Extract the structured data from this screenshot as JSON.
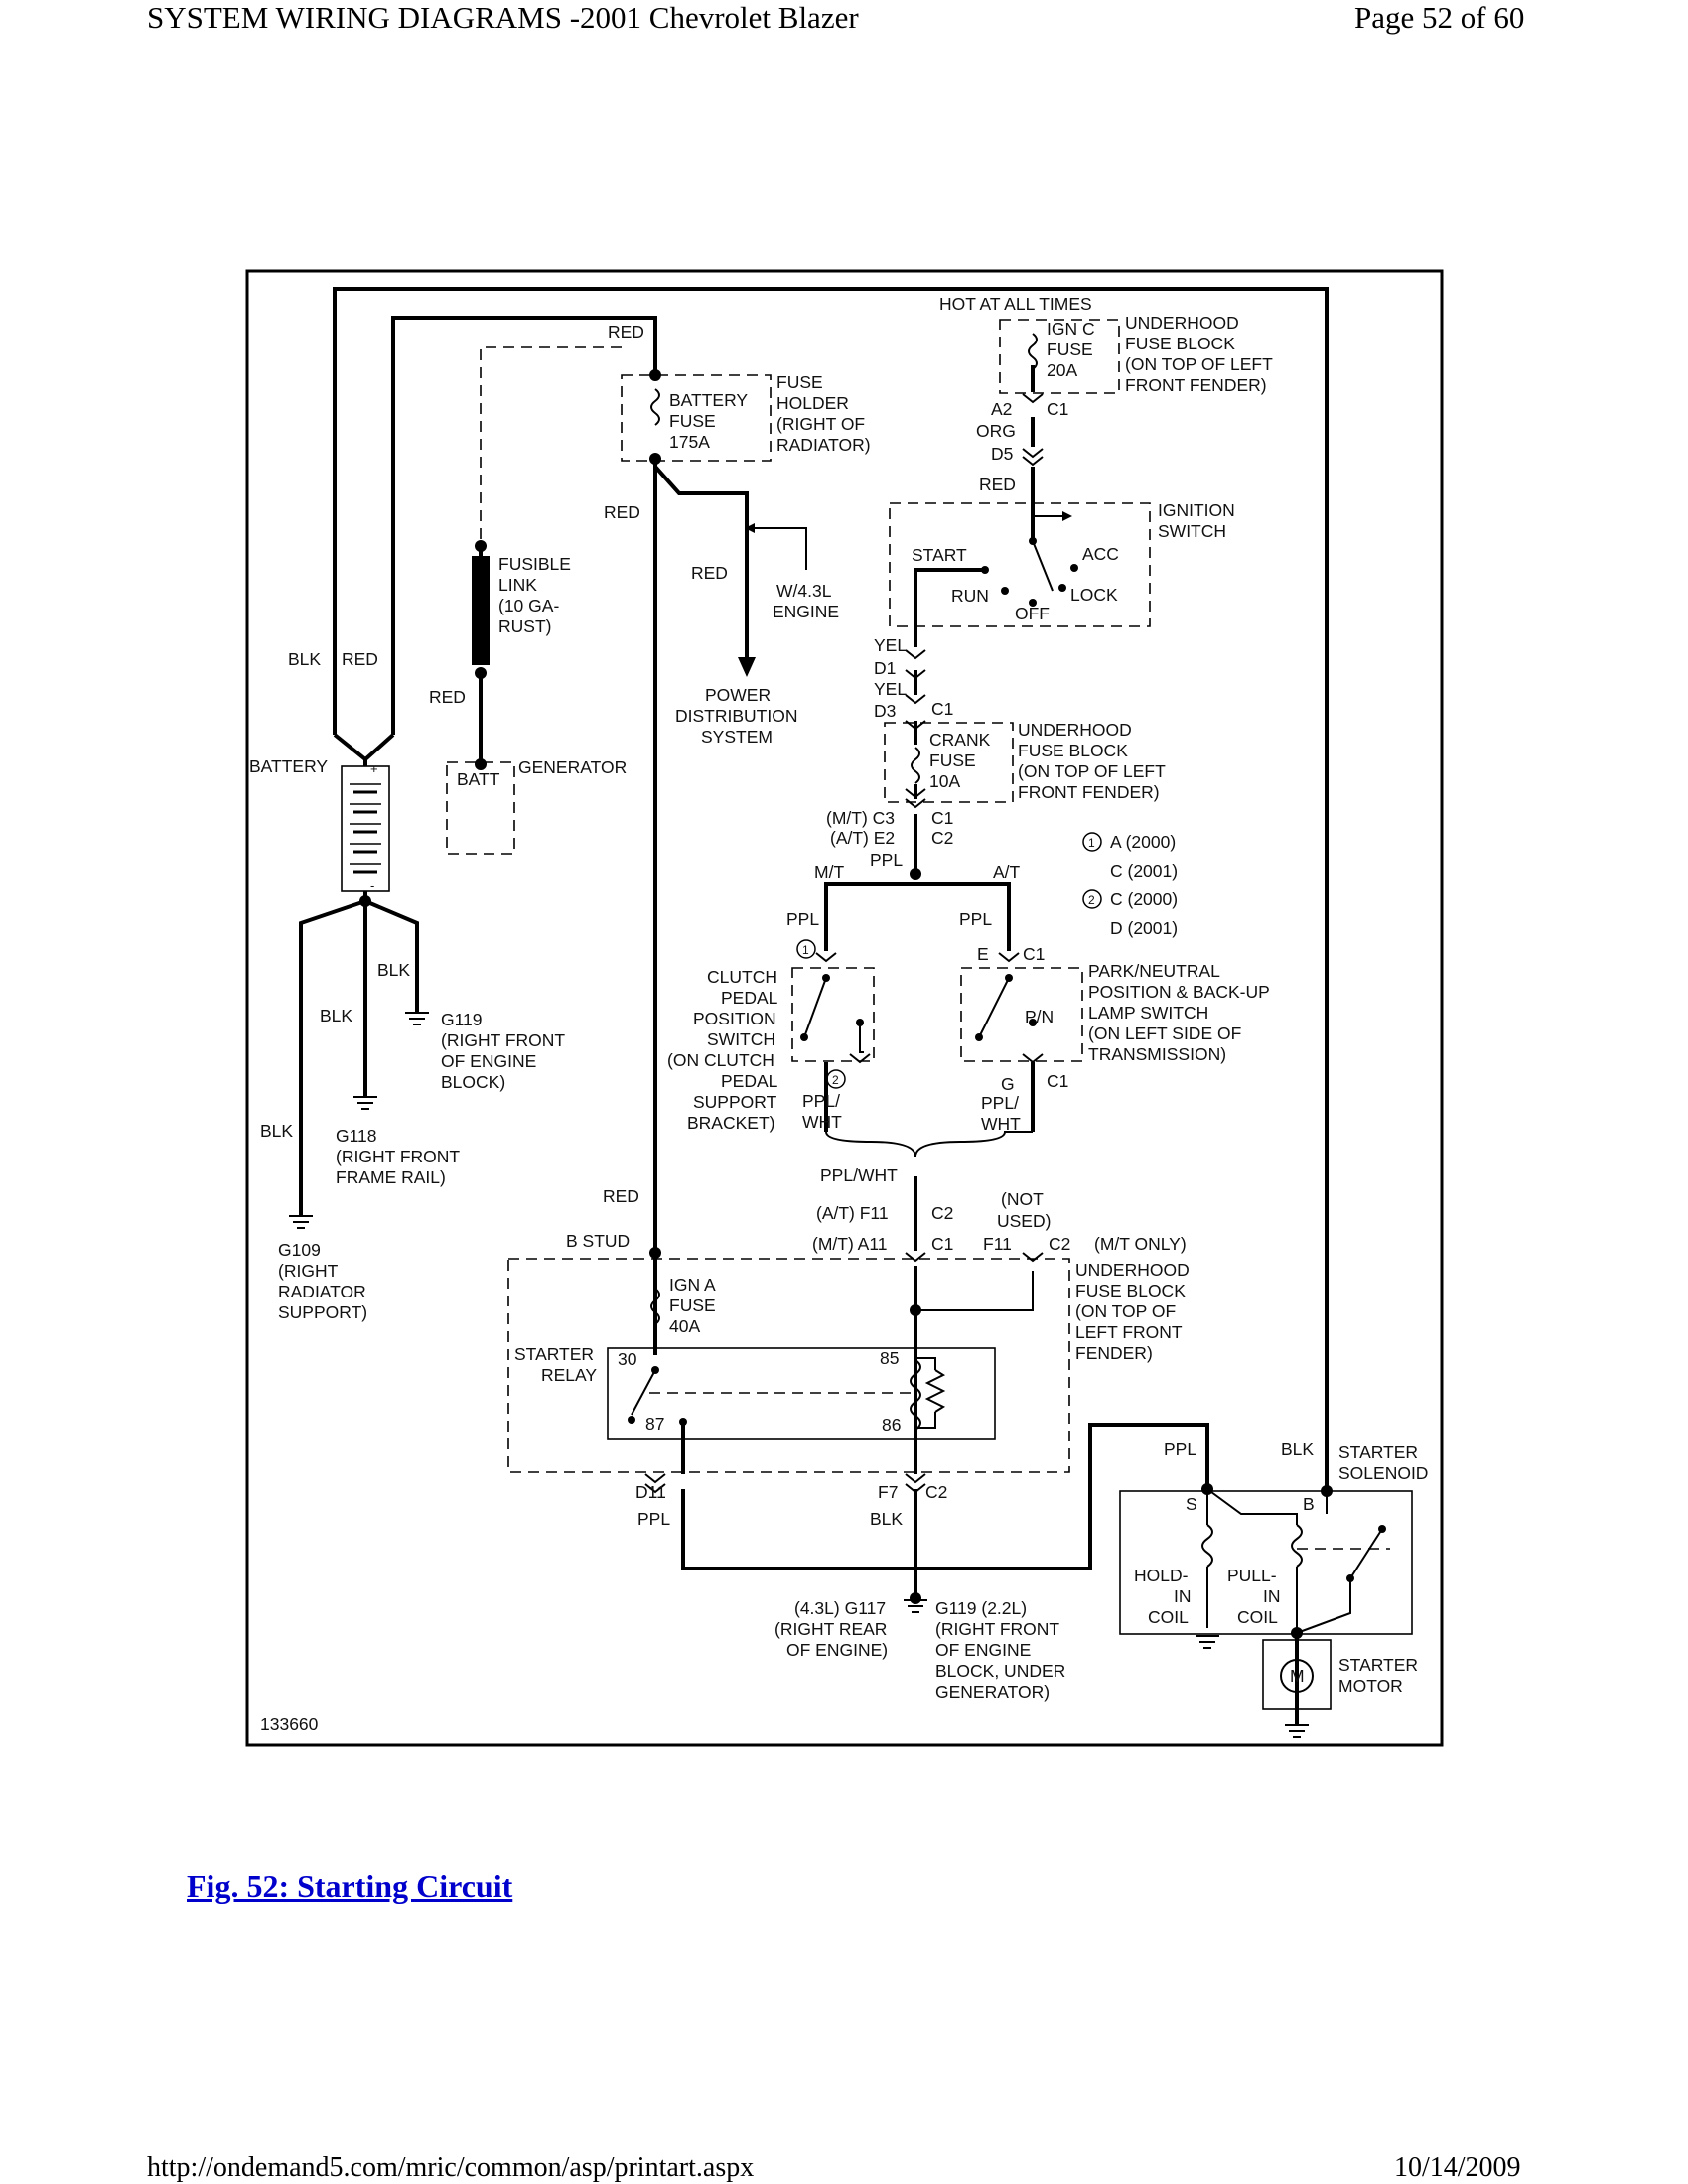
{
  "header": {
    "title": "SYSTEM WIRING DIAGRAMS -2001 Chevrolet Blazer",
    "page": "Page 52 of 60"
  },
  "footer": {
    "url": "http://ondemand5.com/mric/common/asp/printart.aspx",
    "date": "10/14/2009"
  },
  "figure": {
    "caption": "Fig. 52: Starting Circuit",
    "id": "133660"
  },
  "diagram": {
    "hot_at_all_times": "HOT AT ALL TIMES",
    "ign_c_fuse": [
      "IGN C",
      "FUSE",
      "20A"
    ],
    "underhood_fuse_block_top": [
      "UNDERHOOD",
      "FUSE BLOCK",
      "(ON TOP OF LEFT",
      "FRONT FENDER)"
    ],
    "conn_a2": "A2",
    "conn_c1_top": "C1",
    "wire_org": "ORG",
    "conn_d5": "D5",
    "wire_red_ign": "RED",
    "ignition_switch": [
      "IGNITION",
      "SWITCH"
    ],
    "ign_start": "START",
    "ign_acc": "ACC",
    "ign_run": "RUN",
    "ign_lock": "LOCK",
    "ign_off": "OFF",
    "wire_yel_1": "YEL",
    "conn_d1": "D1",
    "wire_yel_2": "YEL",
    "conn_d3": "D3",
    "conn_c1_crank": "C1",
    "crank_fuse": [
      "CRANK",
      "FUSE",
      "10A"
    ],
    "underhood_fuse_block_mid": [
      "UNDERHOOD",
      "FUSE BLOCK",
      "(ON TOP OF LEFT",
      "FRONT FENDER)"
    ],
    "conn_mt_c3": "(M/T) C3",
    "conn_at_e2": "(A/T) E2",
    "conn_c1_mid": "C1",
    "conn_c2_mid": "C2",
    "wire_ppl_mid": "PPL",
    "branch_mt": "M/T",
    "branch_at": "A/T",
    "legend_1_a": "A (2000)",
    "legend_1_b": "C (2001)",
    "legend_2_a": "C (2000)",
    "legend_2_b": "D (2001)",
    "legend_marker_1": "1",
    "legend_marker_2": "2",
    "wire_ppl_left": "PPL",
    "wire_ppl_right": "PPL",
    "conn_e": "E",
    "conn_c1_pn": "C1",
    "clutch_switch": [
      "CLUTCH",
      "PEDAL",
      "POSITION",
      "SWITCH",
      "(ON CLUTCH",
      "PEDAL",
      "SUPPORT",
      "BRACKET)"
    ],
    "pn_label": "P/N",
    "park_neutral": [
      "PARK/NEUTRAL",
      "POSITION & BACK-UP",
      "LAMP SWITCH",
      "(ON LEFT SIDE OF",
      "TRANSMISSION)"
    ],
    "conn_g": "G",
    "conn_c1_g": "C1",
    "wire_ppl_wht_l": [
      "PPL/",
      "WHT"
    ],
    "wire_ppl_wht_r": [
      "PPL/",
      "WHT"
    ],
    "wire_ppl_wht": "PPL/WHT",
    "conn_at_f11": "(A/T) F11",
    "conn_c2_f11": "C2",
    "not_used": [
      "(NOT",
      "USED)"
    ],
    "conn_mt_a11": "(M/T) A11",
    "conn_c1_a11": "C1",
    "conn_f11": "F11",
    "conn_c2_f11b": "C2",
    "mt_only": "(M/T ONLY)",
    "underhood_fuse_block_low": [
      "UNDERHOOD",
      "FUSE BLOCK",
      "(ON TOP OF",
      "LEFT FRONT",
      "FENDER)"
    ],
    "wire_red_top": "RED",
    "battery_fuse": [
      "BATTERY",
      "FUSE",
      "175A"
    ],
    "fuse_holder": [
      "FUSE",
      "HOLDER",
      "(RIGHT OF",
      "RADIATOR)"
    ],
    "wire_red_a": "RED",
    "wire_red_b": "RED",
    "w43_engine": [
      "W/4.3L",
      "ENGINE"
    ],
    "power_distribution": [
      "POWER",
      "DISTRIBUTION",
      "SYSTEM"
    ],
    "fusible_link": [
      "FUSIBLE",
      "LINK",
      "(10 GA-",
      "RUST)"
    ],
    "wire_red_fl": "RED",
    "batt_term": "BATT",
    "generator": "GENERATOR",
    "wire_blk_bat": "BLK",
    "wire_red_bat": "RED",
    "battery": "BATTERY",
    "wire_blk_1": "BLK",
    "wire_blk_2": "BLK",
    "wire_blk_3": "BLK",
    "g119_right": [
      "G119",
      "(RIGHT FRONT",
      "OF ENGINE",
      "BLOCK)"
    ],
    "g118": [
      "G118",
      "(RIGHT FRONT",
      "FRAME RAIL)"
    ],
    "g109": [
      "G109",
      "(RIGHT",
      "RADIATOR",
      "SUPPORT)"
    ],
    "wire_red_low": "RED",
    "b_stud": "B STUD",
    "ign_a_fuse": [
      "IGN A",
      "FUSE",
      "40A"
    ],
    "starter_relay": [
      "STARTER",
      "RELAY"
    ],
    "relay_30": "30",
    "relay_85": "85",
    "relay_87": "87",
    "relay_86": "86",
    "conn_d11": "D11",
    "wire_ppl_d11": "PPL",
    "conn_f7": "F7",
    "conn_c2_f7": "C2",
    "wire_blk_f7": "BLK",
    "g117": [
      "(4.3L) G117",
      "(RIGHT REAR",
      "OF ENGINE)"
    ],
    "g119_bottom": [
      "G119 (2.2L)",
      "(RIGHT FRONT",
      "OF ENGINE",
      "BLOCK, UNDER",
      "GENERATOR)"
    ],
    "wire_ppl_sol": "PPL",
    "wire_blk_sol": "BLK",
    "starter_solenoid": [
      "STARTER",
      "SOLENOID"
    ],
    "sol_s": "S",
    "sol_b": "B",
    "hold_in_coil": [
      "HOLD-",
      "IN",
      "COIL"
    ],
    "pull_in_coil": [
      "PULL-",
      "IN",
      "COIL"
    ],
    "motor_m": "M",
    "starter_motor": [
      "STARTER",
      "MOTOR"
    ]
  }
}
